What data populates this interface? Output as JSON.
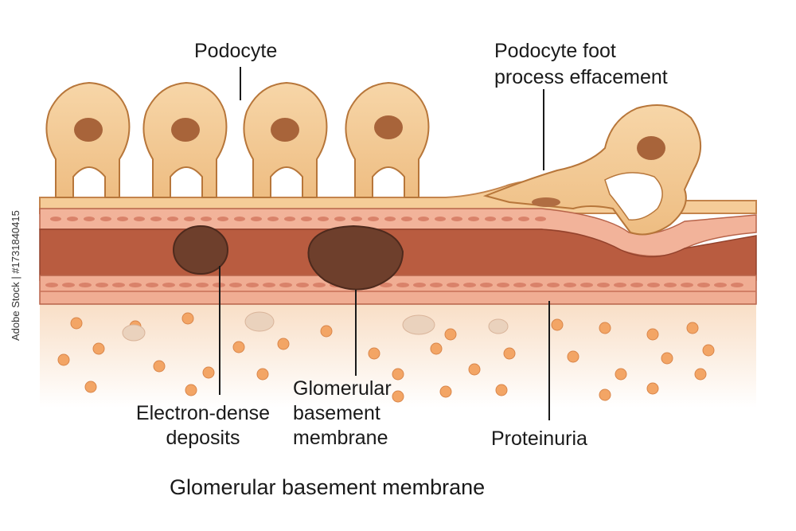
{
  "labels": {
    "podocyte": "Podocyte",
    "foot_process_line1": "Podocyte foot",
    "foot_process_line2": "process effacement",
    "deposits_line1": "Electron-dense",
    "deposits_line2": "deposits",
    "gbm_line1": "Glomerular",
    "gbm_line2": "basement",
    "gbm_line3": "membrane",
    "proteinuria": "Proteinuria",
    "caption": "Glomerular basement membrane"
  },
  "watermark": "Adobe Stock | #1731840415",
  "colors": {
    "cell_fill": "#f3c890",
    "cell_stroke": "#b7763a",
    "nucleus": "#a8643a",
    "membrane_outer": "#f0b79b",
    "membrane_core": "#b85a3f",
    "deposit": "#6e3f2c",
    "protein_dot": "#f3a565",
    "background_lower": "#fbe6d2"
  }
}
